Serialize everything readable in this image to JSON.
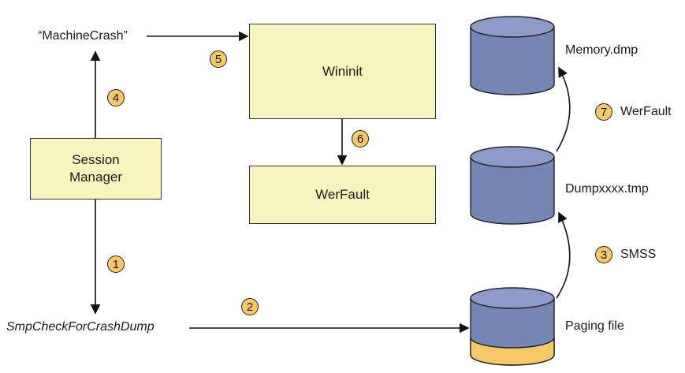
{
  "boxes": {
    "session_manager": "Session\nManager",
    "wininit": "Wininit",
    "werfault": "WerFault"
  },
  "labels": {
    "machine_crash": "“MachineCrash”",
    "smp_check": "SmpCheckForCrashDump",
    "memory_dmp": "Memory.dmp",
    "dumpxxxx": "Dumpxxxx.tmp",
    "paging_file": "Paging file",
    "step7": "WerFault",
    "step3": "SMSS"
  },
  "steps": [
    "1",
    "2",
    "3",
    "4",
    "5",
    "6",
    "7"
  ],
  "colors": {
    "box_fill": "#f7f5bd",
    "cylinder_body": "#7486b3",
    "cylinder_top": "#8e9bc9",
    "paging_band": "#f6c86a",
    "step_badge": "#f6c86a"
  }
}
